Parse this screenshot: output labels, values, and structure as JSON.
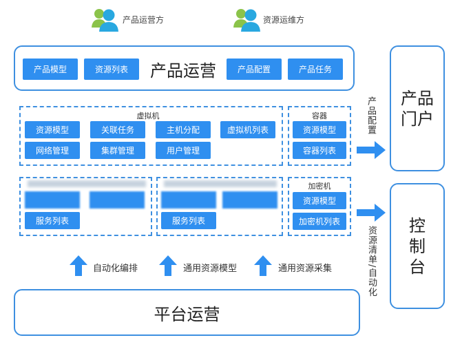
{
  "roles": {
    "product_ops": "产品运营方",
    "resource_ops": "资源运维方"
  },
  "product_ops_panel": {
    "title": "产品运营",
    "buttons": [
      "产品模型",
      "资源列表",
      "产品配置",
      "产品任务"
    ]
  },
  "vm_group": {
    "title": "虚拟机",
    "buttons": [
      "资源模型",
      "关联任务",
      "主机分配",
      "虚拟机列表",
      "网络管理",
      "集群管理",
      "用户管理"
    ]
  },
  "container_group": {
    "title": "容器",
    "buttons": [
      "资源模型",
      "容器列表"
    ]
  },
  "blurred_groups": {
    "left_button": "服务列表",
    "right_button": "服务列表"
  },
  "encryptor_group": {
    "title": "加密机",
    "buttons": [
      "资源模型",
      "加密机列表"
    ]
  },
  "arrows": {
    "product_config": "产品配置",
    "resource_automation": "资源清单/自动化"
  },
  "portal": {
    "title": "产品门户"
  },
  "console": {
    "title": "控制台"
  },
  "capabilities": [
    "自动化编排",
    "通用资源模型",
    "通用资源采集"
  ],
  "platform_ops": {
    "title": "平台运营"
  },
  "colors": {
    "accent": "#2f8ff0",
    "border": "#3d8fe0",
    "user_green": "#8bc34a",
    "user_blue": "#29a8e0"
  }
}
